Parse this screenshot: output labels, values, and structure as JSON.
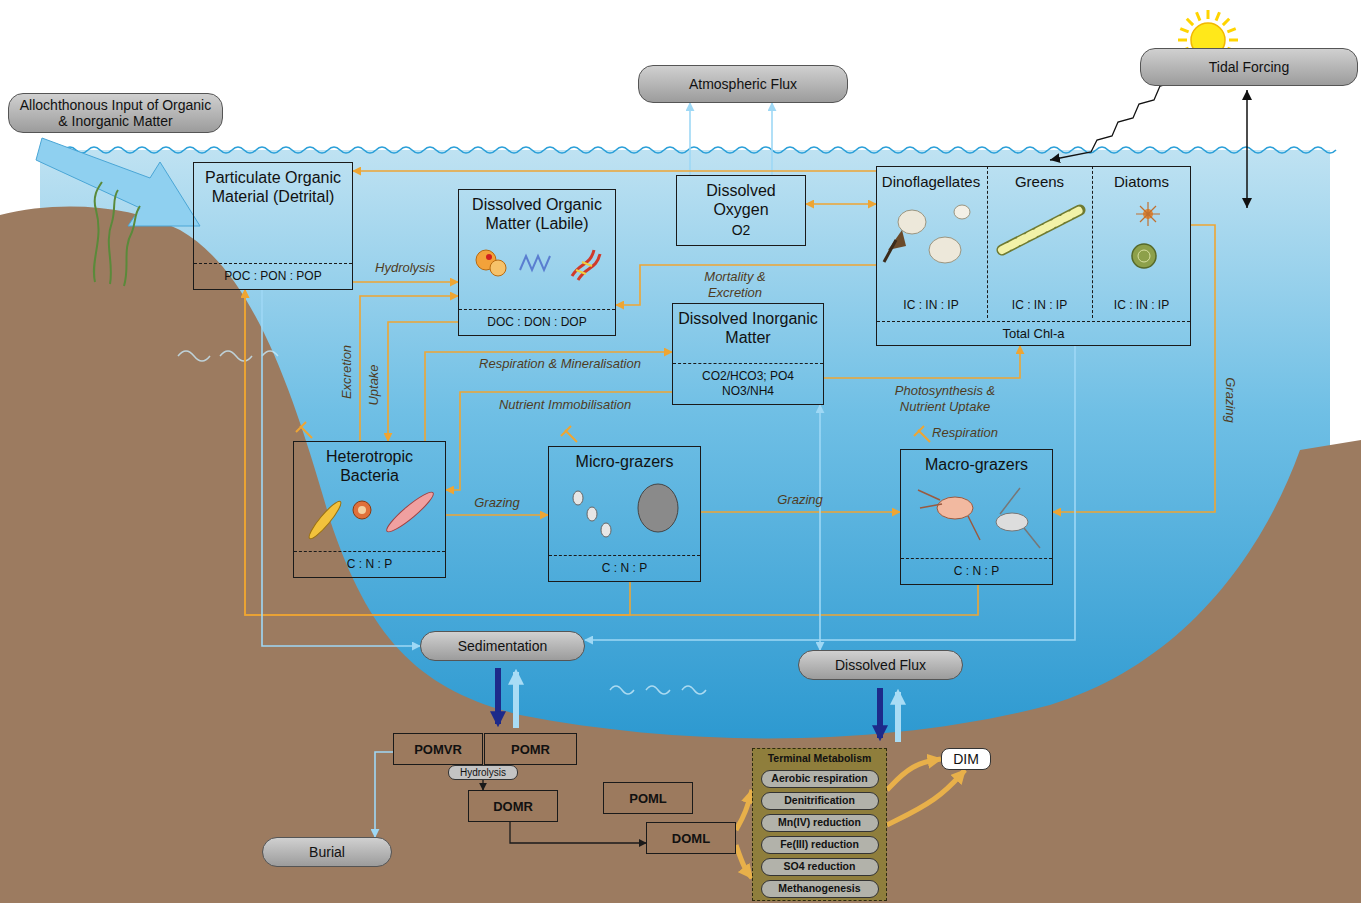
{
  "diagram": {
    "nodes": [
      {
        "text": [
          "Allochthonous Input of Organic & Inorganic Matter"
        ]
      },
      {
        "text": [
          "Atmospheric Flux"
        ]
      },
      {
        "text": [
          "Tidal Forcing"
        ]
      },
      {
        "text": [
          "Particulate Organic Material (Detrital)",
          "POC : PON : POP"
        ]
      },
      {
        "text": [
          "Dissolved Organic Matter (Labile)",
          "DOC : DON : DOP"
        ]
      },
      {
        "text": [
          "Dissolved Oxygen",
          "O2"
        ]
      },
      {
        "text": [
          "Total Chl-a"
        ]
      },
      {
        "text": [
          "Dinoflagellates",
          "IC : IN : IP"
        ],
        "in": 6
      },
      {
        "text": [
          "Greens",
          "IC : IN : IP"
        ],
        "in": 6
      },
      {
        "text": [
          "Diatoms",
          "IC : IN : IP"
        ],
        "in": 6
      },
      {
        "text": [
          "Dissolved Inorganic Matter",
          "CO2/HCO3; PO4 NO3/NH4"
        ]
      },
      {
        "text": [
          "Heterotropic Bacteria",
          "C : N : P"
        ]
      },
      {
        "text": [
          "Micro-grazers",
          "C : N : P"
        ]
      },
      {
        "text": [
          "Macro-grazers",
          "C : N : P"
        ]
      },
      {
        "text": [
          "Sedimentation"
        ]
      },
      {
        "text": [
          "Dissolved Flux"
        ]
      },
      {
        "text": [
          "POMVR"
        ]
      },
      {
        "text": [
          "POMR"
        ]
      },
      {
        "text": [
          "Hydrolysis"
        ]
      },
      {
        "text": [
          "DOMR"
        ]
      },
      {
        "text": [
          "POML"
        ]
      },
      {
        "text": [
          "DOML"
        ]
      },
      {
        "text": [
          "Terminal Metabolism"
        ]
      },
      {
        "text": [
          "Aerobic respiration"
        ],
        "in": 22
      },
      {
        "text": [
          "Denitrification"
        ],
        "in": 22
      },
      {
        "text": [
          "Mn(IV) reduction"
        ],
        "in": 22
      },
      {
        "text": [
          "Fe(III) reduction"
        ],
        "in": 22
      },
      {
        "text": [
          "SO4 reduction"
        ],
        "in": 22
      },
      {
        "text": [
          "Methanogenesis"
        ],
        "in": 22
      },
      {
        "text": [
          "DIM"
        ]
      },
      {
        "text": [
          "Burial"
        ]
      }
    ],
    "edges": [
      {
        "from": 5,
        "to": 1,
        "arrow": "to"
      },
      {
        "from": 5,
        "to": 1,
        "arrow": "to"
      },
      {
        "from": 5,
        "to": 6,
        "arrow": "both"
      },
      {
        "from": 3,
        "to": 4,
        "label": "Hydrolysis",
        "arrow": "to"
      },
      {
        "from": 6,
        "to": 4,
        "label": "Mortality & Excretion",
        "arrow": "to"
      },
      {
        "from": 6,
        "to": 3,
        "arrow": "to"
      },
      {
        "from": 4,
        "to": 11,
        "label": "Uptake",
        "arrow": "to"
      },
      {
        "from": 11,
        "to": 4,
        "label": "Excretion",
        "arrow": "to"
      },
      {
        "from": 11,
        "to": 10,
        "label": "Respiration & Mineralisation",
        "arrow": "to"
      },
      {
        "from": 10,
        "to": 11,
        "label": "Nutrient Immobilisation",
        "arrow": "to"
      },
      {
        "from": 10,
        "to": 6,
        "label": "Photosynthesis & Nutrient Uptake",
        "arrow": "to"
      },
      {
        "from": 11,
        "to": 12,
        "label": "Grazing",
        "arrow": "to"
      },
      {
        "from": 12,
        "to": 13,
        "label": "Grazing",
        "arrow": "to"
      },
      {
        "from": 6,
        "to": 13,
        "label": "Grazing",
        "arrow": "to"
      },
      {
        "from": 12,
        "to": 3,
        "arrow": "to"
      },
      {
        "from": 13,
        "to": 3,
        "arrow": "to"
      },
      {
        "from": 3,
        "to": 14,
        "arrow": "to"
      },
      {
        "from": 6,
        "to": 14,
        "arrow": "to"
      },
      {
        "from": 15,
        "to": 10,
        "arrow": "both"
      },
      {
        "from": 16,
        "to": 30,
        "arrow": "to"
      },
      {
        "from": 18,
        "to": 19,
        "arrow": "to"
      },
      {
        "from": 19,
        "to": 21,
        "arrow": "to"
      },
      {
        "from": 21,
        "to": 22,
        "arrow": "to"
      },
      {
        "from": 21,
        "to": 22,
        "arrow": "to"
      },
      {
        "from": 22,
        "to": 29,
        "arrow": "to"
      },
      {
        "from": 22,
        "to": 29,
        "arrow": "to"
      }
    ],
    "labels": [
      "Respiration"
    ]
  }
}
